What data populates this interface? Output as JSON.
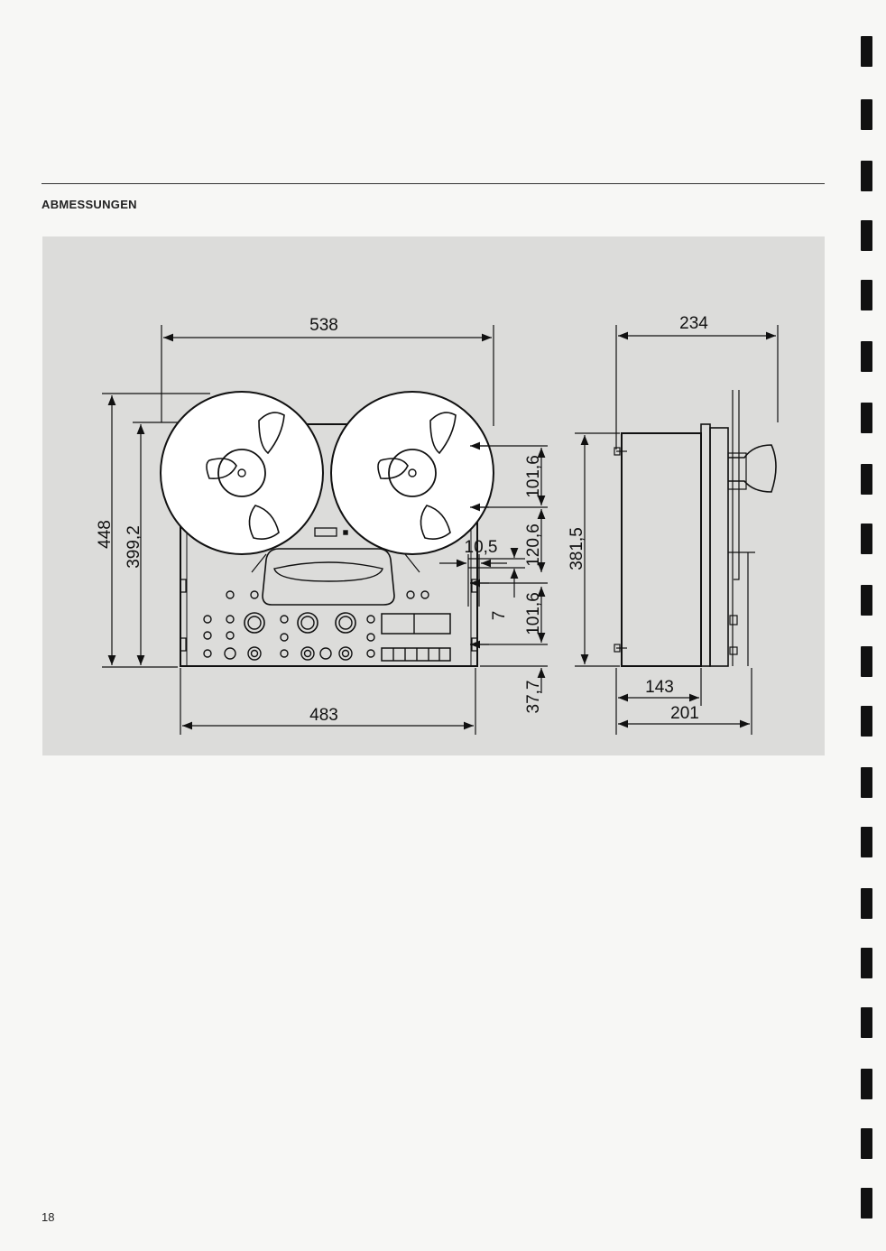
{
  "section": {
    "title": "ABMESSUNGEN"
  },
  "page": {
    "number": "18"
  },
  "dimensions": {
    "front_width_total": "538",
    "front_width_rack": "483",
    "height_total": "448",
    "height_body": "399,2",
    "rack_spacing_upper": "101,6",
    "rack_spacing_middle": "120,6",
    "rack_spacing_lower": "101,6",
    "bottom_offset": "37,7",
    "side_offset": "10,5",
    "slot_width": "7",
    "side_depth_total": "234",
    "side_height": "381,5",
    "side_depth_body": "143",
    "side_depth_base": "201"
  }
}
